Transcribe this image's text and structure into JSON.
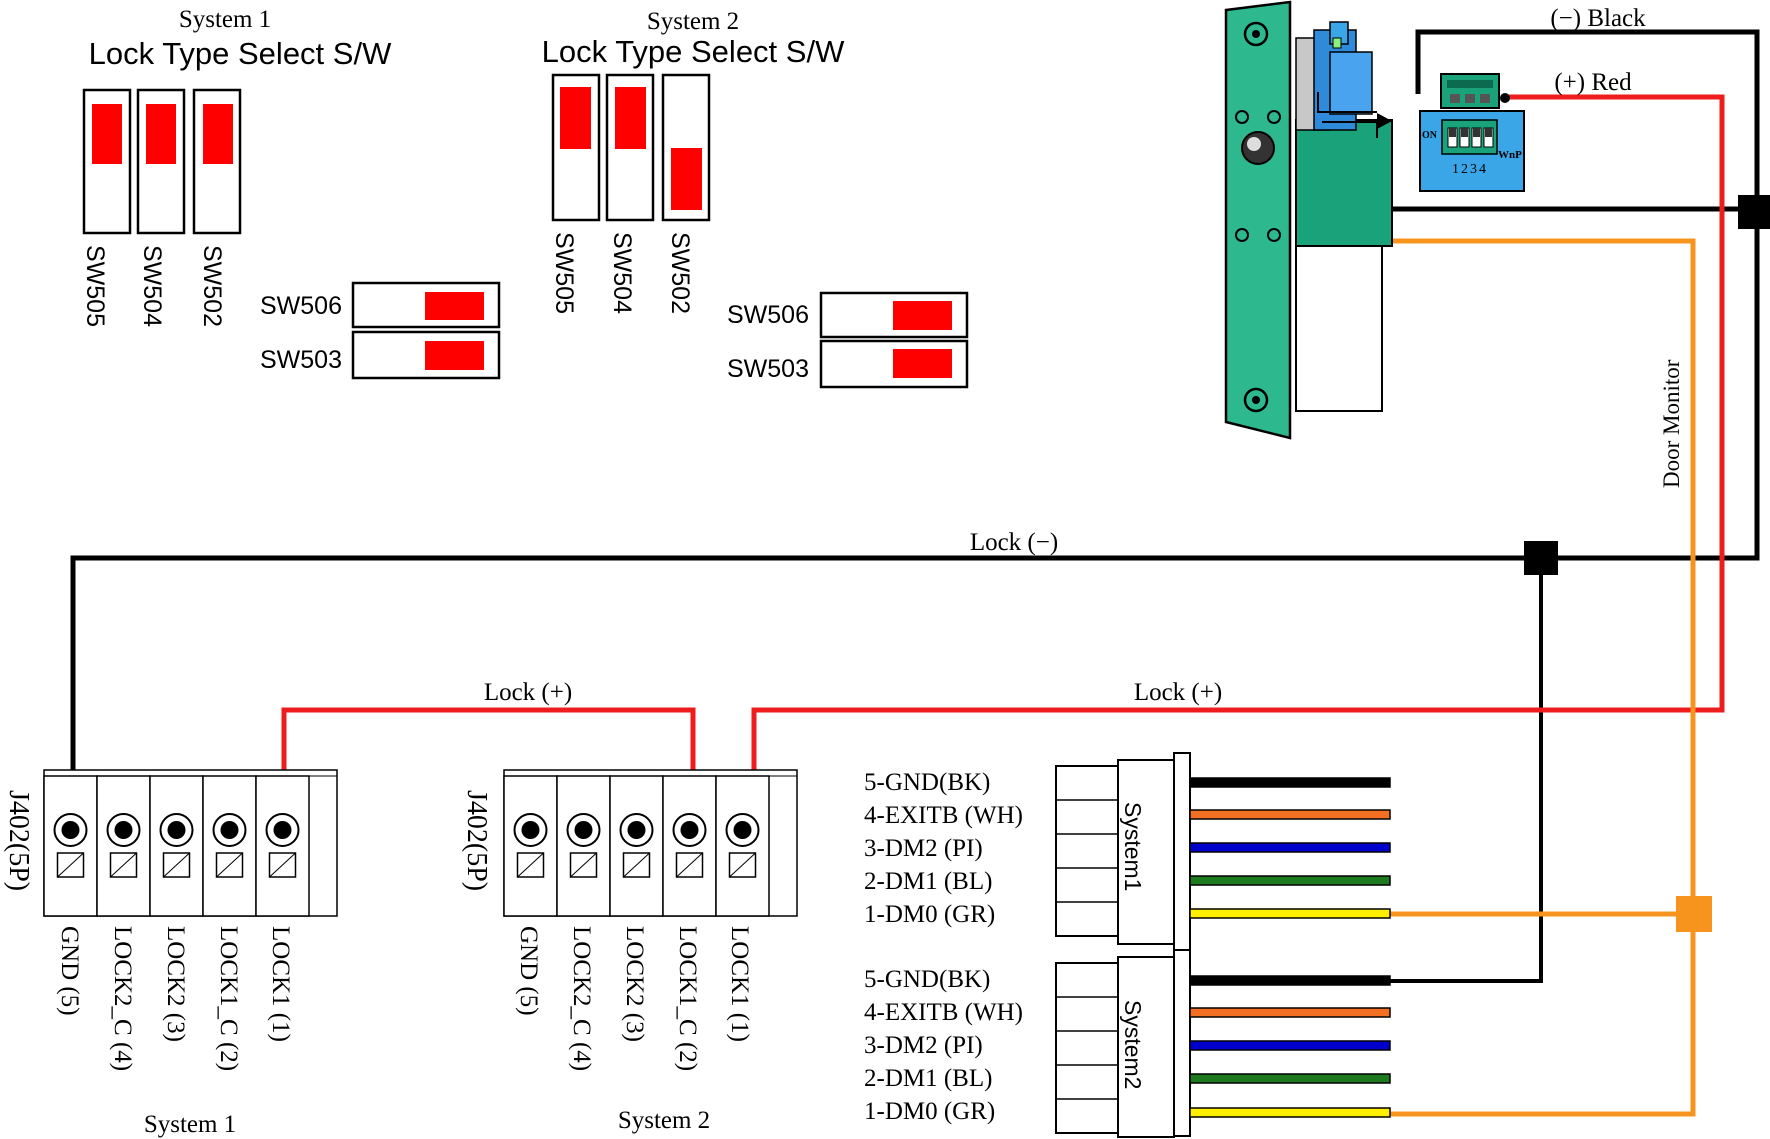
{
  "colors": {
    "wire_black": "#000000",
    "wire_red": "#ee1c1c",
    "wire_orange": "#f7941d",
    "switch_red": "#ff0000",
    "lock_body": "#1aa37a",
    "lock_plate": "#2db88d",
    "relay_blue": "#2f8bd9",
    "cyan": "#3aa6e8",
    "cable_black": "#000000",
    "cable_orange": "#f36f21",
    "cable_blue": "#0000cc",
    "cable_green": "#1e7a1e",
    "cable_yellow": "#fff000"
  },
  "switch_panels": {
    "system1": {
      "system_label": "System 1",
      "title": "Lock Type Select S/W",
      "sliders": [
        {
          "label": "SW505",
          "position": "up"
        },
        {
          "label": "SW504",
          "position": "up"
        },
        {
          "label": "SW502",
          "position": "up"
        }
      ],
      "toggles": [
        {
          "label": "SW506",
          "position": "right"
        },
        {
          "label": "SW503",
          "position": "right"
        }
      ]
    },
    "system2": {
      "system_label": "System 2",
      "title": "Lock Type Select S/W",
      "sliders": [
        {
          "label": "SW505",
          "position": "up"
        },
        {
          "label": "SW504",
          "position": "up"
        },
        {
          "label": "SW502",
          "position": "down"
        }
      ],
      "toggles": [
        {
          "label": "SW506",
          "position": "right"
        },
        {
          "label": "SW503",
          "position": "right"
        }
      ]
    }
  },
  "wires": {
    "neg_black": "(−) Black",
    "pos_red": "(+) Red",
    "door_monitor": "Door Monitor",
    "lock_neg": "Lock (−)",
    "lock_pos_1": "Lock (+)",
    "lock_pos_2": "Lock (+)"
  },
  "dip": {
    "on_label": "ON",
    "numbers": "1234",
    "brand": "WnP"
  },
  "terminals": {
    "system1": {
      "connector_label": "J402(5P)",
      "pins": [
        "GND (5)",
        "LOCK2_C (4)",
        "LOCK2 (3)",
        "LOCK1_C (2)",
        "LOCK1 (1)"
      ],
      "caption": "System 1"
    },
    "system2": {
      "connector_label": "J402(5P)",
      "pins": [
        "GND (5)",
        "LOCK2_C (4)",
        "LOCK2 (3)",
        "LOCK1_C (2)",
        "LOCK1 (1)"
      ],
      "caption": "System 2"
    }
  },
  "cables": {
    "system1": {
      "label": "System1",
      "pins": [
        "5-GND(BK)",
        "4-EXITB (WH)",
        "3-DM2 (PI)",
        "2-DM1 (BL)",
        "1-DM0 (GR)"
      ]
    },
    "system2": {
      "label": "System2",
      "pins": [
        "5-GND(BK)",
        "4-EXITB (WH)",
        "3-DM2 (PI)",
        "2-DM1 (BL)",
        "1-DM0 (GR)"
      ]
    }
  }
}
